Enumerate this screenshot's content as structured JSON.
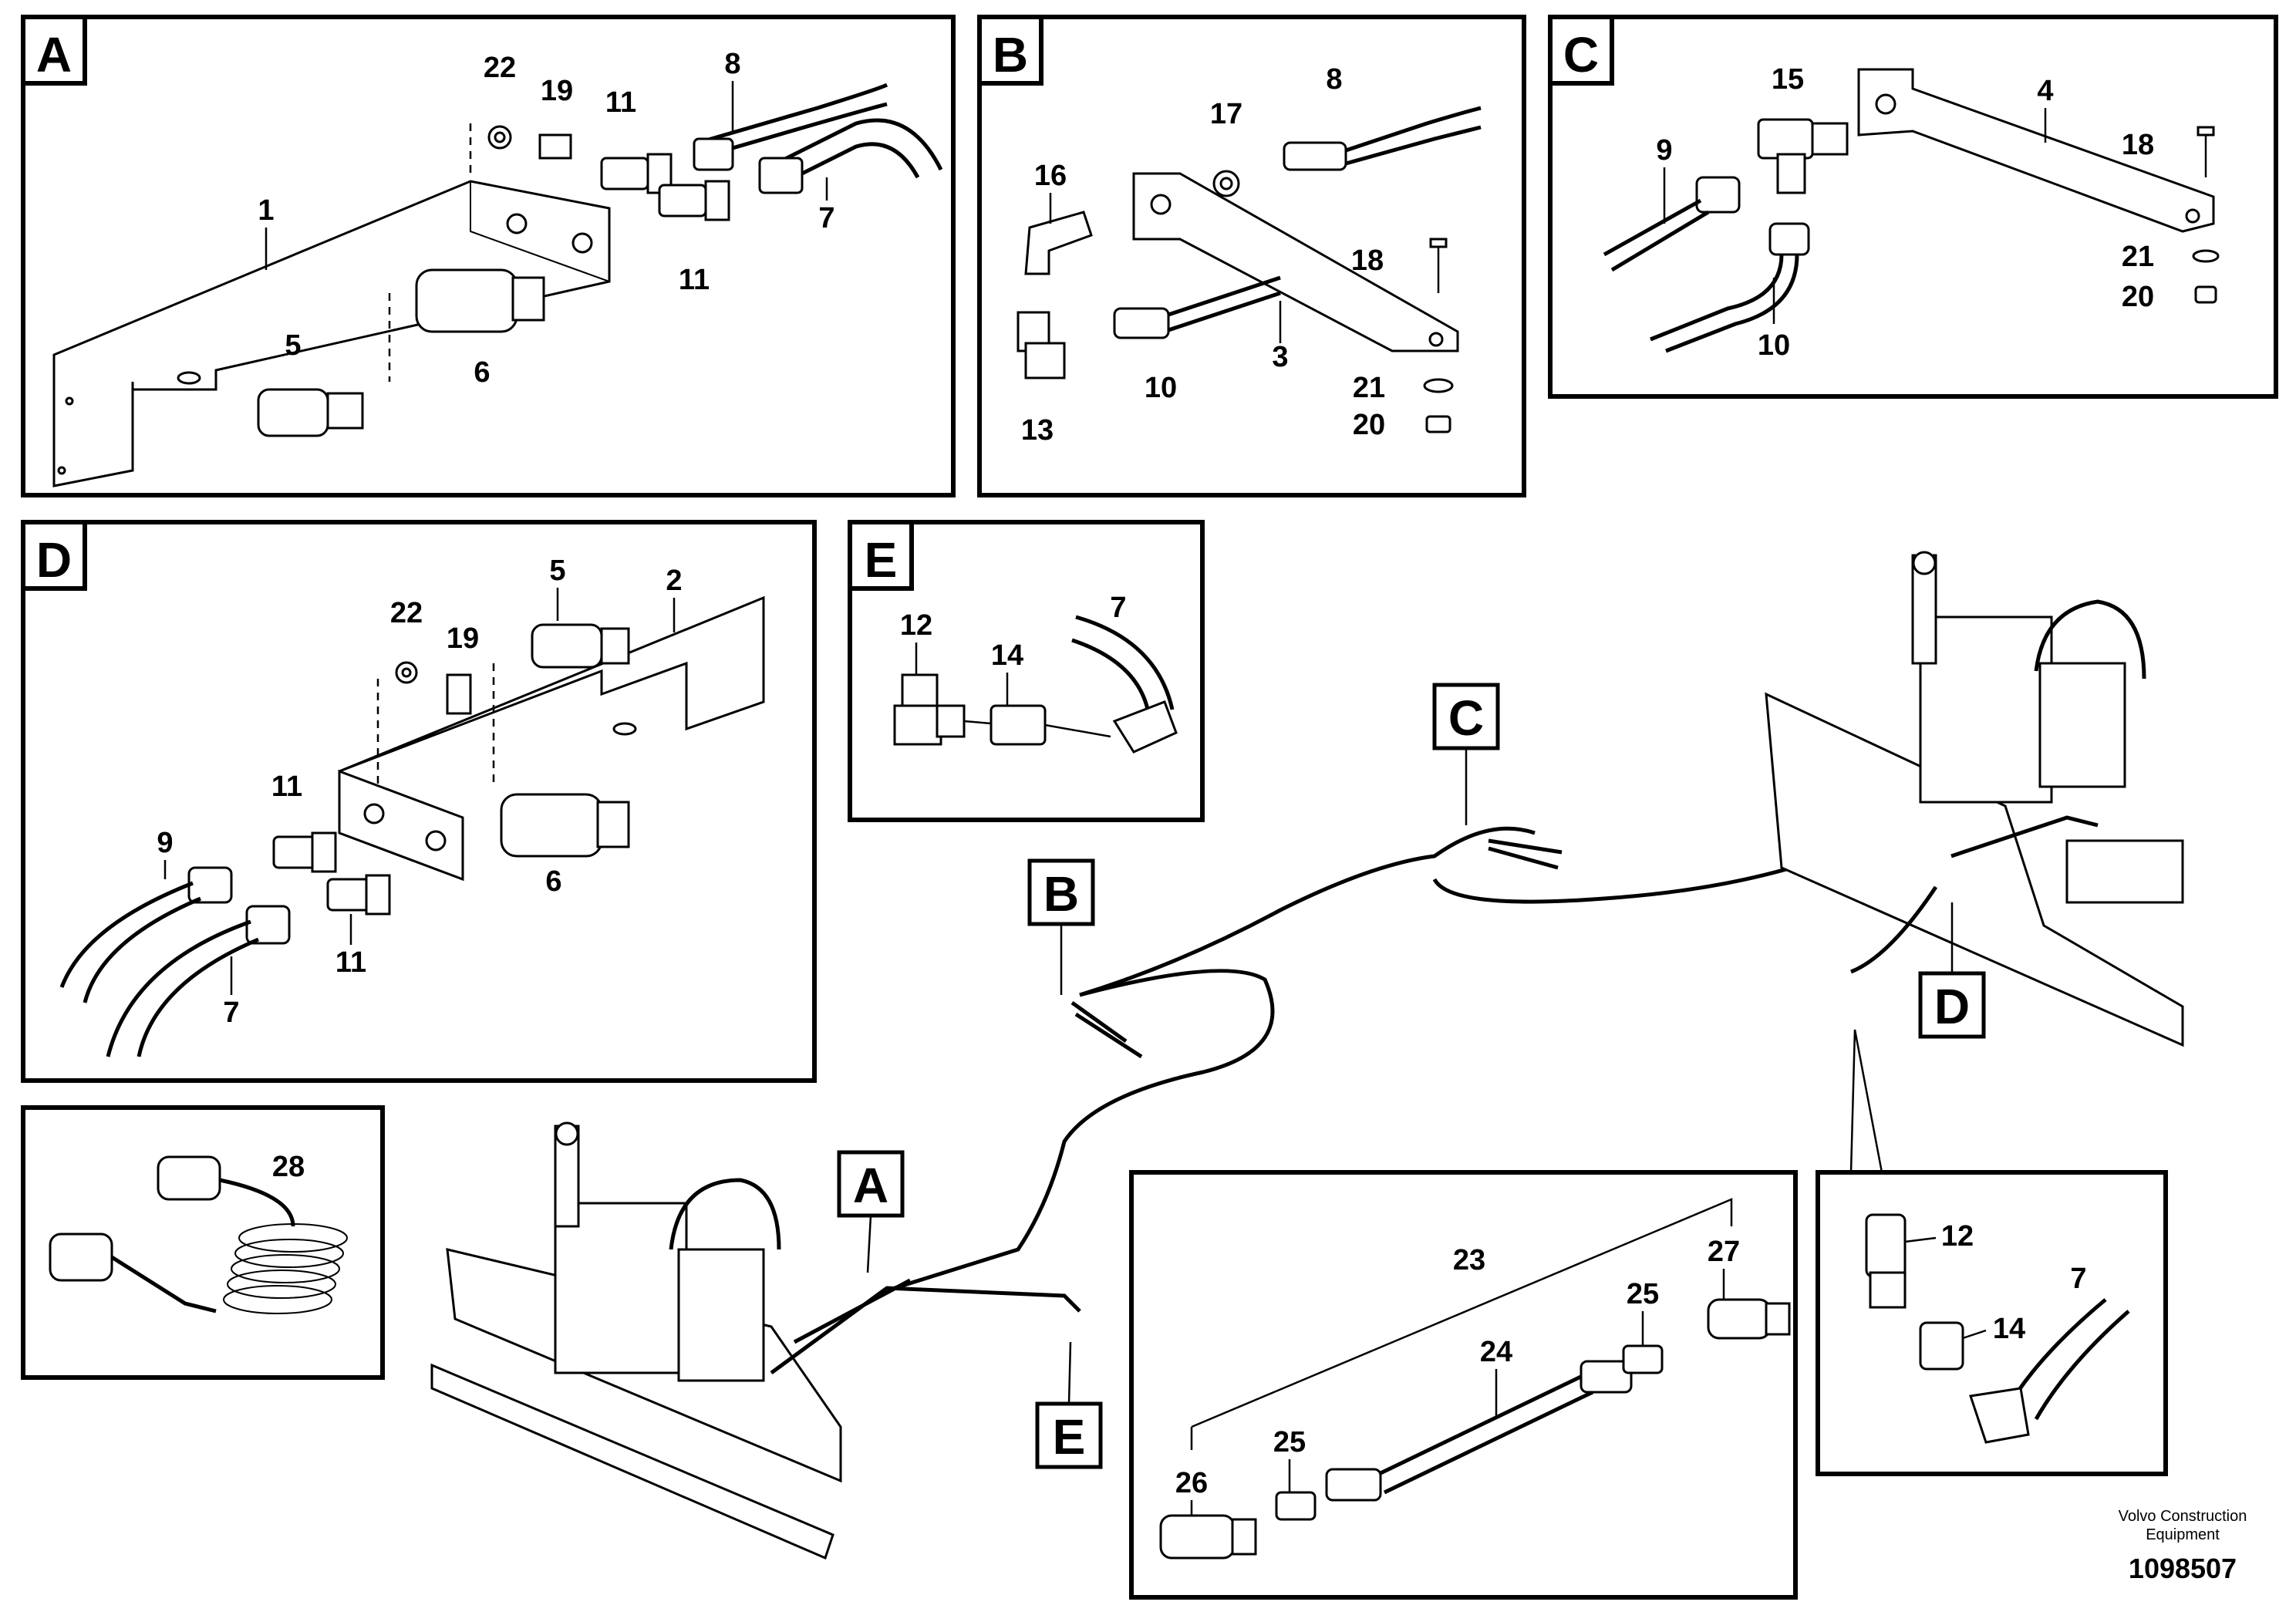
{
  "panels": [
    {
      "letter": "A",
      "labels": [
        "22",
        "19",
        "11",
        "8",
        "1",
        "7",
        "11",
        "5",
        "6"
      ]
    },
    {
      "letter": "B",
      "labels": [
        "17",
        "8",
        "16",
        "18",
        "3",
        "10",
        "21",
        "20",
        "13"
      ]
    },
    {
      "letter": "C",
      "labels": [
        "15",
        "4",
        "9",
        "18",
        "21",
        "20",
        "10"
      ]
    },
    {
      "letter": "D",
      "labels": [
        "5",
        "2",
        "22",
        "19",
        "11",
        "9",
        "6",
        "11",
        "7"
      ]
    },
    {
      "letter": "E",
      "labels": [
        "12",
        "14",
        "7"
      ]
    }
  ],
  "coil_panel": {
    "labels": [
      "28"
    ]
  },
  "hose_kit_panel": {
    "labels": [
      "23",
      "27",
      "24",
      "25",
      "26",
      "25"
    ]
  },
  "detail_panel": {
    "labels": [
      "12",
      "14",
      "7"
    ]
  },
  "overview_callouts": [
    "A",
    "B",
    "C",
    "D",
    "E"
  ],
  "footer": {
    "credit_line1": "Volvo Construction",
    "credit_line2": "Equipment",
    "drawing_number": "1098507"
  }
}
